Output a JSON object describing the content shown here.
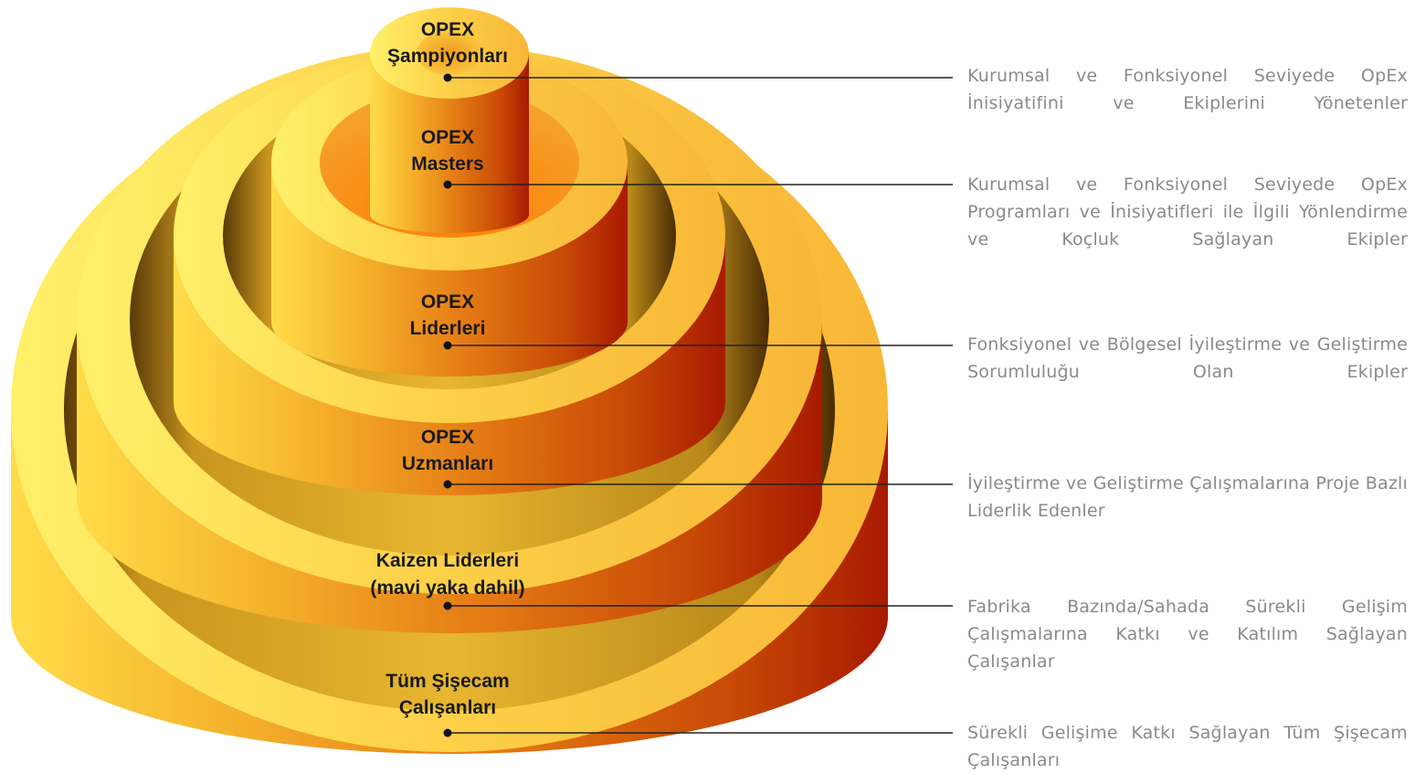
{
  "tiers": [
    {
      "label_line1": "OPEX",
      "label_line2": "Şampiyonları",
      "description": "Kurumsal ve Fonksiyonel Seviyede OpEx İnisiyatifini ve Ekiplerini Yönetenler"
    },
    {
      "label_line1": "OPEX",
      "label_line2": "Masters",
      "description": "Kurumsal ve Fonksiyonel Seviyede OpEx Programları ve İnisiyatifleri ile İlgili Yönlendirme ve Koçluk Sağlayan Ekipler"
    },
    {
      "label_line1": "OPEX",
      "label_line2": "Liderleri",
      "description": "Fonksiyonel ve Bölgesel İyileştirme ve Geliştirme Sorumluluğu Olan Ekipler"
    },
    {
      "label_line1": "OPEX",
      "label_line2": "Uzmanları",
      "description": "İyileştirme ve Geliştirme Çalışmalarına Proje Bazlı Liderlik Edenler"
    },
    {
      "label_line1": "Kaizen Liderleri",
      "label_line2": "(mavi yaka dahil)",
      "description": "Fabrika Bazında/Sahada Sürekli Gelişim Çalışmalarına Katkı ve Katılım Sağlayan Çalışanlar"
    },
    {
      "label_line1": "Tüm Şişecam",
      "label_line2": "Çalışanları",
      "description": "Sürekli Gelişime Katkı Sağlayan Tüm Şişecam Çalışanları"
    }
  ],
  "colors": {
    "top_yellow": "#fcc93a",
    "bright_yellow": "#ffe45c",
    "mid_orange": "#ec8a18",
    "deep_orange": "#d45a0a",
    "dark_red": "#a31800",
    "leader_line": "#222222",
    "description_text": "#8a8a8a"
  }
}
